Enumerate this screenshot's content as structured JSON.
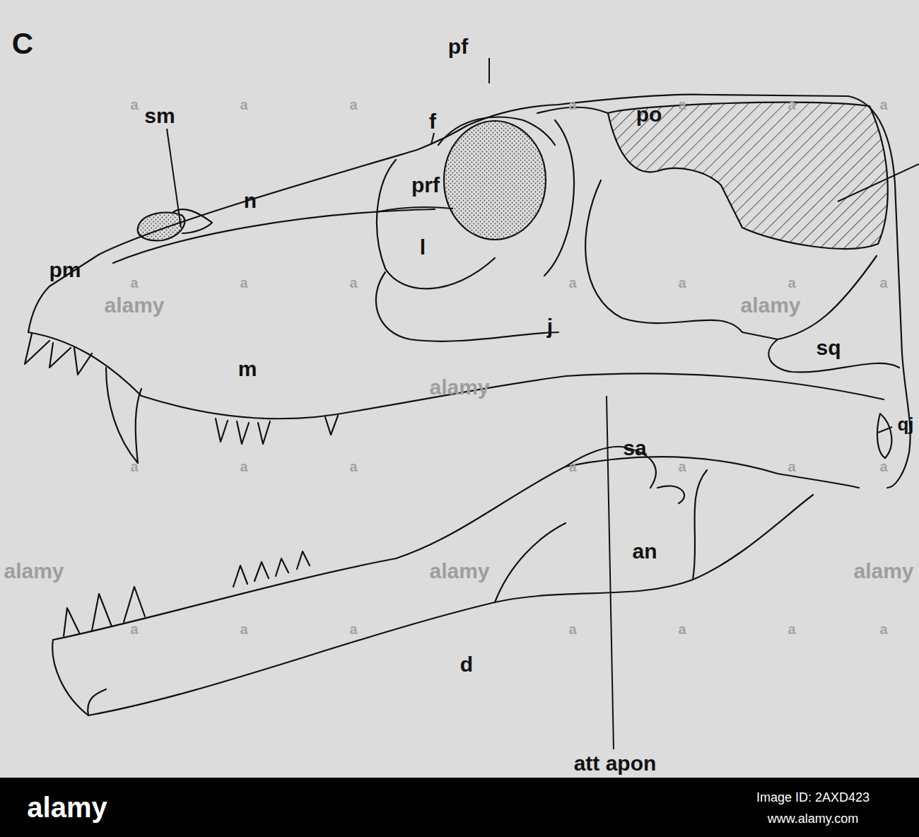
{
  "diagram": {
    "labels": [
      "C",
      "pf",
      "f",
      "sm",
      "prf",
      "po",
      "n",
      "l",
      "pm",
      "j",
      "m",
      "sq",
      "sa",
      "qj",
      "an",
      "d",
      "att apon",
      "alamy",
      "alamy",
      "alamy",
      "alamy",
      "alamy",
      "alamy",
      "a",
      "a",
      "a",
      "a",
      "a",
      "a",
      "a",
      "a",
      "a",
      "a",
      "a",
      "a",
      "a",
      "a",
      "a",
      "a",
      "a",
      "a",
      "a",
      "a",
      "a",
      "a",
      "a",
      "a",
      "a",
      "a",
      "a",
      "a",
      "alamy",
      "Image ID: 2AXD423",
      "www.alamy.com"
    ]
  }
}
